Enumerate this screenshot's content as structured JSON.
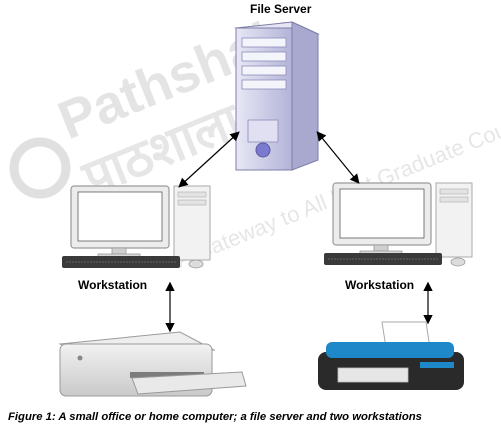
{
  "diagram": {
    "server_label": "File Server",
    "workstation_left_label": "Workstation",
    "workstation_right_label": "Workstation",
    "caption": "Figure 1: A small office or home computer; a file server and two workstations"
  },
  "watermark": {
    "text_latin": "Pathshala",
    "text_hindi": "पाठशाला",
    "text_course": "A Gateway to All Post Graduate Courses",
    "color": "#c8c8c8"
  },
  "colors": {
    "server_body": "#c9c9e6",
    "monitor_bezel": "#ececec",
    "printer_blue": "#1f88c9"
  }
}
